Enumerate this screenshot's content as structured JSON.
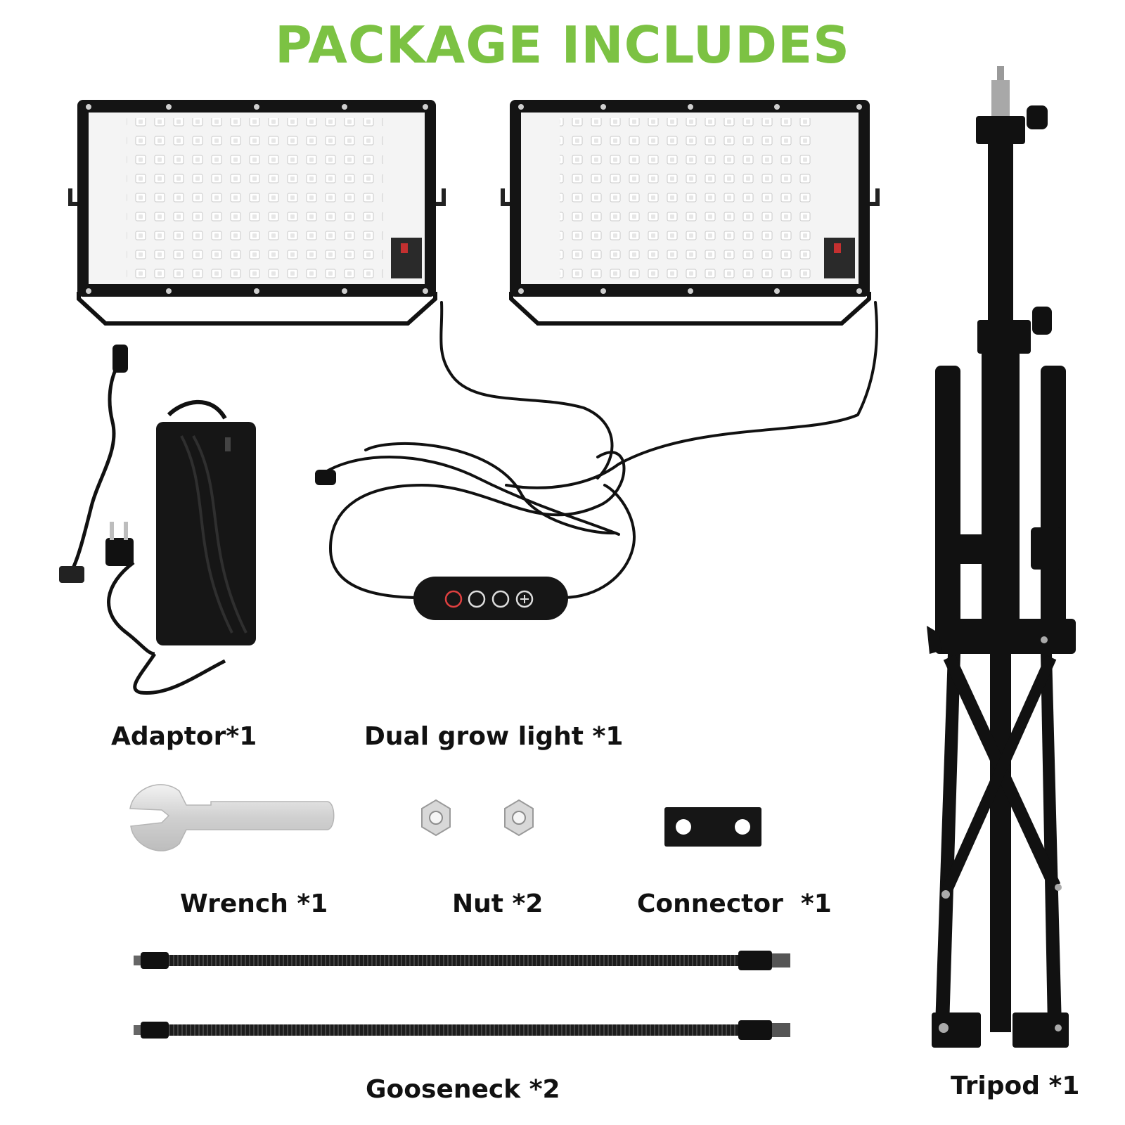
{
  "heading": "PACKAGE INCLUDES",
  "colors": {
    "heading": "#7cc243",
    "label": "#111111",
    "product": "#111111",
    "led_panel": "#f4f4f4",
    "metal": "#d9d9d9"
  },
  "items": [
    {
      "id": "adaptor",
      "label": "Adaptor*1"
    },
    {
      "id": "dual-grow-light",
      "label": "Dual grow light *1"
    },
    {
      "id": "wrench",
      "label": "Wrench *1"
    },
    {
      "id": "nut",
      "label": "Nut *2"
    },
    {
      "id": "connector",
      "label": "Connector  *1"
    },
    {
      "id": "gooseneck",
      "label": "Gooseneck *2"
    },
    {
      "id": "tripod",
      "label": "Tripod *1"
    }
  ],
  "controller": {
    "buttons": [
      "power-icon",
      "timer-icon",
      "cycle-icon",
      "plus-icon"
    ]
  }
}
